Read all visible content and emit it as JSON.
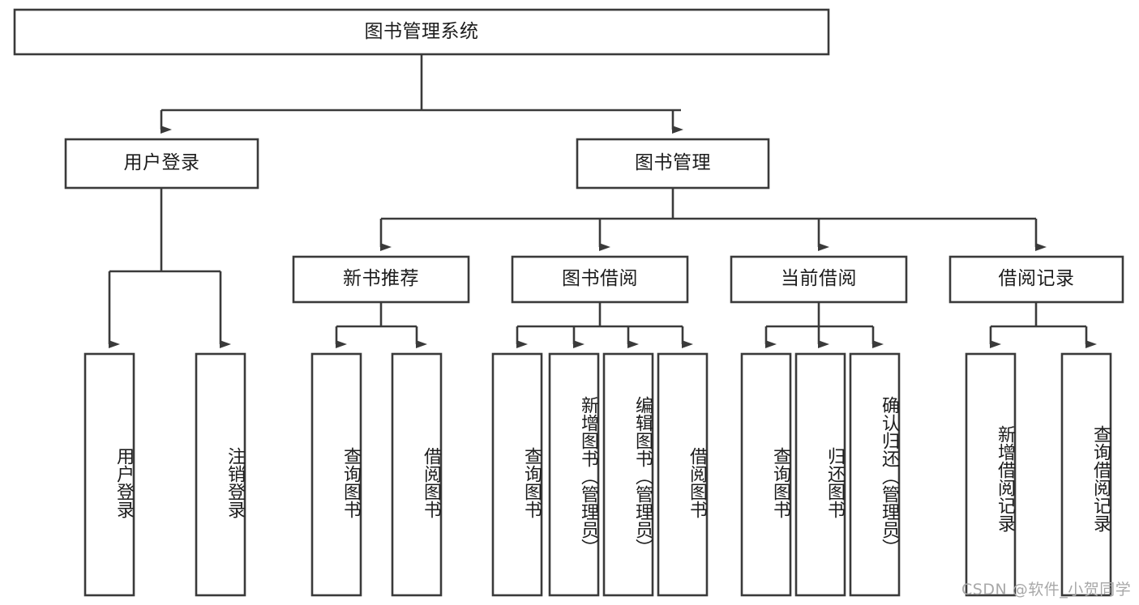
{
  "diagram": {
    "type": "tree-hierarchy-chart",
    "title": "图书管理系统",
    "watermark": "CSDN @软件_小贺同学",
    "colors": {
      "box_stroke": "#3a3a3a",
      "box_fill": "#ffffff",
      "text": "#1c1c1c",
      "background": "#ffffff",
      "watermark": "#a8a8a8"
    },
    "root": {
      "label": "图书管理系统"
    },
    "level2": [
      {
        "label": "用户登录"
      },
      {
        "label": "图书管理"
      }
    ],
    "level3": [
      {
        "label": "新书推荐"
      },
      {
        "label": "图书借阅"
      },
      {
        "label": "当前借阅"
      },
      {
        "label": "借阅记录"
      }
    ],
    "leaves": {
      "user_login": [
        {
          "label": "用户登录"
        },
        {
          "label": "注销登录"
        }
      ],
      "new_book_recommend": [
        {
          "label": "查询图书"
        },
        {
          "label": "借阅图书"
        }
      ],
      "book_borrow": [
        {
          "label": "查询图书"
        },
        {
          "label": "新增图书（管理员）"
        },
        {
          "label": "编辑图书（管理员）"
        },
        {
          "label": "借阅图书"
        }
      ],
      "current_borrow": [
        {
          "label": "查询图书"
        },
        {
          "label": "归还图书"
        },
        {
          "label": "确认归还（管理员）"
        }
      ],
      "borrow_record": [
        {
          "label": "新增借阅记录"
        },
        {
          "label": "查询借阅记录"
        }
      ]
    }
  }
}
